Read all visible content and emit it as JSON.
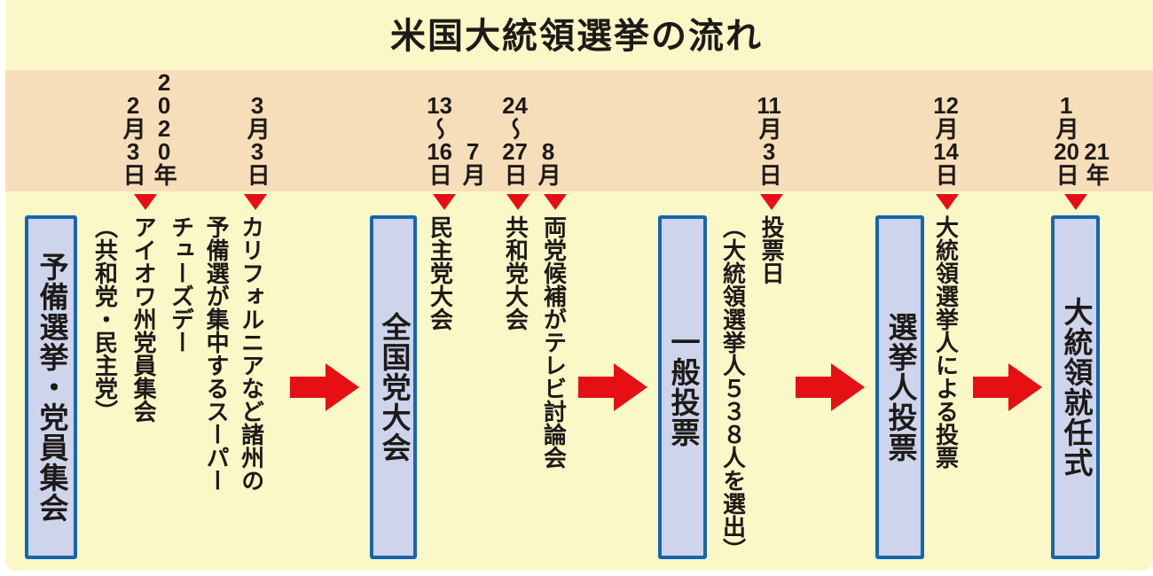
{
  "title": "米国大統領選挙の流れ",
  "colors": {
    "page_background": "#FFFFFF",
    "canvas_background": "#FBF8C8",
    "date_band": "#F7DEBA",
    "stage_fill": "#CDD4EC",
    "stage_border": "#1765B2",
    "accent_red": "#E60F13",
    "text": "#1E1A18"
  },
  "date_band": {
    "dates": [
      {
        "full": "2020年2月3日",
        "columns": [
          "2月3日",
          "2020年"
        ]
      },
      {
        "full": "3月3日",
        "columns": [
          "3月3日"
        ]
      },
      {
        "full": "7月13〜16日",
        "columns": [
          "13〜16日",
          "7月"
        ]
      },
      {
        "full": "8月24〜27日",
        "columns": [
          "24〜27日",
          "8月"
        ]
      },
      {
        "full": "11月3日",
        "columns": [
          "11月3日"
        ]
      },
      {
        "full": "12月14日",
        "columns": [
          "12月14日"
        ]
      },
      {
        "full": "2021年1月20日",
        "columns": [
          "1月20日",
          "21年"
        ]
      }
    ]
  },
  "stages": [
    {
      "label": "予備選挙・党員集会"
    },
    {
      "label": "全国党大会"
    },
    {
      "label": "一般投票"
    },
    {
      "label": "選挙人投票"
    },
    {
      "label": "大統領就任式"
    }
  ],
  "annotations": [
    {
      "full": "アイオワ州党員集会（共和党・民主党）",
      "columns": [
        "（共和党・民主党）",
        "アイオワ州党員集会"
      ]
    },
    {
      "full": "カリフォルニアなど諸州の予備選が集中するスーパーチューズデー",
      "columns": [
        "チューズデー",
        "予備選が集中するスーパー",
        "カリフォルニアなど諸州の"
      ]
    },
    {
      "full": "民主党大会",
      "columns": [
        "民主党大会"
      ]
    },
    {
      "full": "共和党大会",
      "columns": [
        "共和党大会"
      ]
    },
    {
      "full": "両党候補がテレビ討論会",
      "columns": [
        "両党候補がテレビ討論会"
      ]
    },
    {
      "full": "投票日（大統領選挙人５３８人を選出）",
      "columns": [
        "（大統領選挙人５３８人を選出）",
        "投票日"
      ]
    },
    {
      "full": "大統領選挙人による投票",
      "columns": [
        "大統領選挙人による投票"
      ]
    }
  ]
}
